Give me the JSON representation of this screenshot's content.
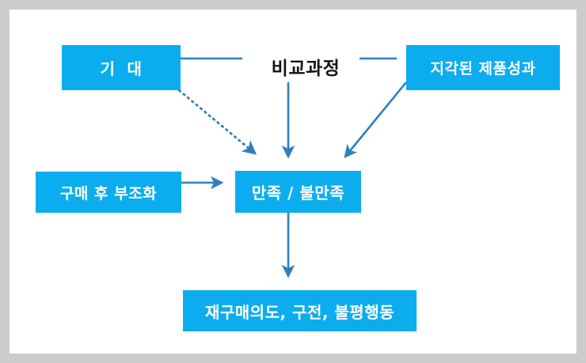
{
  "diagram": {
    "title_text_visible": false,
    "canvas_background": "#ffffff",
    "frame_color": "#cccccc",
    "node_fill": "#0cadee",
    "node_text_color": "#ffffff",
    "edge_color": "#2e7fbe",
    "nodes": {
      "expectation": {
        "label": "기  대"
      },
      "comparison": {
        "label": "비교과정"
      },
      "performance": {
        "label": "지각된 제품성과"
      },
      "dissonance": {
        "label": "구매 후 부조화"
      },
      "satisfaction": {
        "label": "만족 / 불만족"
      },
      "outcome": {
        "label": "재구매의도, 구전, 불평행동"
      }
    },
    "edges": [
      {
        "name": "expectation-to-comparison",
        "style": "solid",
        "arrow": false
      },
      {
        "name": "comparison-to-performance",
        "style": "solid",
        "arrow": false
      },
      {
        "name": "comparison-to-satisfaction",
        "style": "solid",
        "arrow": true
      },
      {
        "name": "expectation-to-satisfaction",
        "style": "dotted",
        "arrow": true
      },
      {
        "name": "performance-to-satisfaction",
        "style": "solid",
        "arrow": true
      },
      {
        "name": "dissonance-to-satisfaction",
        "style": "solid",
        "arrow": true
      },
      {
        "name": "satisfaction-to-outcome",
        "style": "solid",
        "arrow": true
      }
    ]
  }
}
